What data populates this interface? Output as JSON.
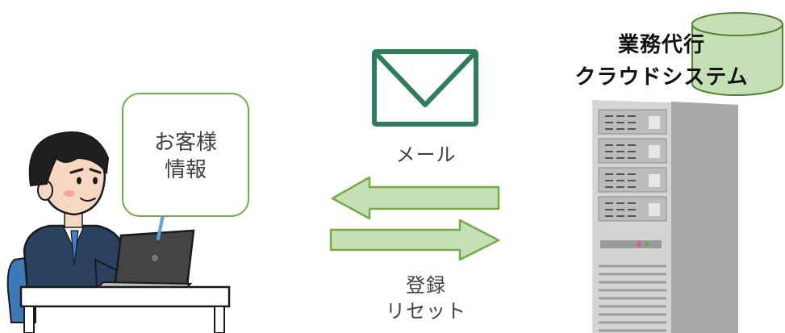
{
  "bubble": {
    "line1": "お客様",
    "line2": "情報"
  },
  "mail": {
    "label": "メール"
  },
  "arrows": {
    "line1": "登録",
    "line2": "リセット"
  },
  "system": {
    "line1": "業務代行",
    "line2": "クラウドシステム"
  },
  "colors": {
    "arrow_fill": "#c5e0b4",
    "arrow_stroke": "#70ad47",
    "envelope": "#2e7d5b",
    "cylinder_fill": "#c5e0b4",
    "server_body": "#d4d4d4",
    "server_side": "#a8a8a8"
  }
}
